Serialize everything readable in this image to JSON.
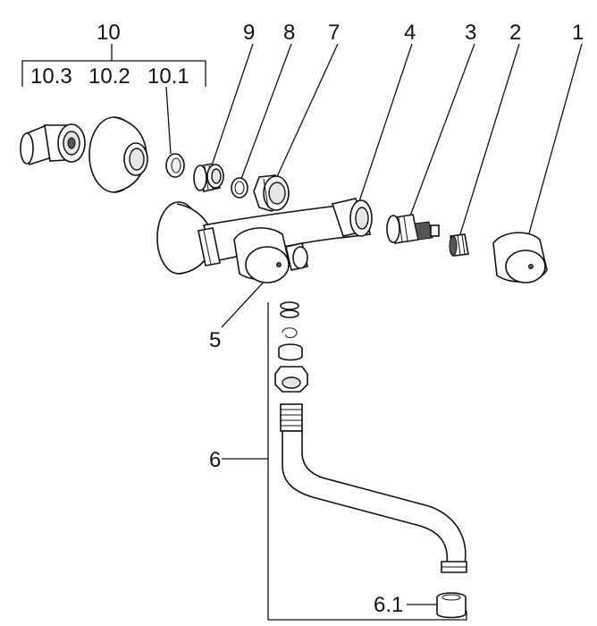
{
  "labels": {
    "l10": "10",
    "l10_3": "10.3",
    "l10_2": "10.2",
    "l10_1": "10.1",
    "l9": "9",
    "l8": "8",
    "l7": "7",
    "l4": "4",
    "l3": "3",
    "l2": "2",
    "l1": "1",
    "l5": "5",
    "l6": "6",
    "l6_1": "6.1"
  }
}
